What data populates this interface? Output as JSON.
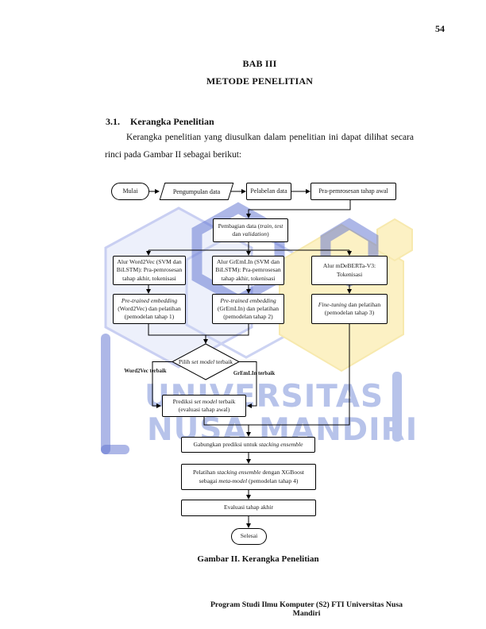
{
  "page": {
    "page_number": "54",
    "heading1": "BAB III",
    "heading2": "METODE PENELITIAN",
    "section_number": "3.1.",
    "section_title": "Kerangka Penelitian",
    "paragraph": "Kerangka penelitian yang diusulkan dalam penelitian ini dapat dilihat secara rinci pada Gambar II sebagai berikut:",
    "figure_caption": "Gambar II. Kerangka Penelitian",
    "footer": "Program Studi Ilmu Komputer (S2) FTI Universitas Nusa Mandiri"
  },
  "watermark": {
    "line1": "UNIVERSITAS",
    "line2": "NUSA MANDIRI"
  },
  "colors": {
    "watermark_text": "#b7c3ea",
    "hex_lavender_fill": "#edf0fb",
    "hex_lavender_stroke": "#c9cff2",
    "hex_yellow": "#fcf1c4",
    "hex_blue": "#5b6fd0",
    "line": "#000000"
  },
  "flowchart": {
    "mulai": "Mulai",
    "pengumpulan": "Pengumpulan data",
    "pelabelan": "Pelabelan data",
    "prapemrosesan": "Pra-pemrosesan tahap awal",
    "pembagian": {
      "p1": "Pembagian data (",
      "p2": "train, test",
      "p3": " dan ",
      "p4": "validation",
      "p5": ")"
    },
    "alur_word2vec": "Alur Word2Vec (SVM dan BiLSTM): Pra-pemrosesan tahap akhir, tokenisasi",
    "alur_gremlin": "Alur GrEmLIn (SVM dan BiLSTM): Pra-pemrosesan tahap akhir, tokenisasi",
    "alur_mdeberta": "Alur mDeBERTa-V3: Tokenisasi",
    "pretrained_w2v": {
      "p1": "Pre-trained embedding",
      "p2": " (Word2Vec) dan pelatihan (pemodelan tahap 1)"
    },
    "pretrained_gremlin": {
      "p1": "Pre-trained embedding",
      "p2": " (GrEmLIn) dan pelatihan (pemodelan tahap 2)"
    },
    "finetuning": {
      "p1": "Fine-tuning",
      "p2": " dan pelatihan (pemodelan tahap 3)"
    },
    "pilih": {
      "p1": "Pilih ",
      "p2": "set model",
      "p3": " terbaik"
    },
    "label_word2vec_terbaik": "Word2Vec terbaik",
    "label_gremlin_terbaik": "GrEmLIn terbaik",
    "prediksi": {
      "p1": "Prediksi ",
      "p2": "set model",
      "p3": " terbaik (evaluasi tahap awal)"
    },
    "gabungkan": {
      "p1": "Gabungkan prediksi untuk ",
      "p2": "stacking ensemble"
    },
    "pelatihan": {
      "p1": "Pelatihan ",
      "p2": "stacking ensemble",
      "p3": " dengan XGBoost sebagai ",
      "p4": "meta-model",
      "p5": " (pemodelan tahap 4)"
    },
    "evaluasi": "Evaluasi tahap akhir",
    "selesai": "Selesai"
  }
}
